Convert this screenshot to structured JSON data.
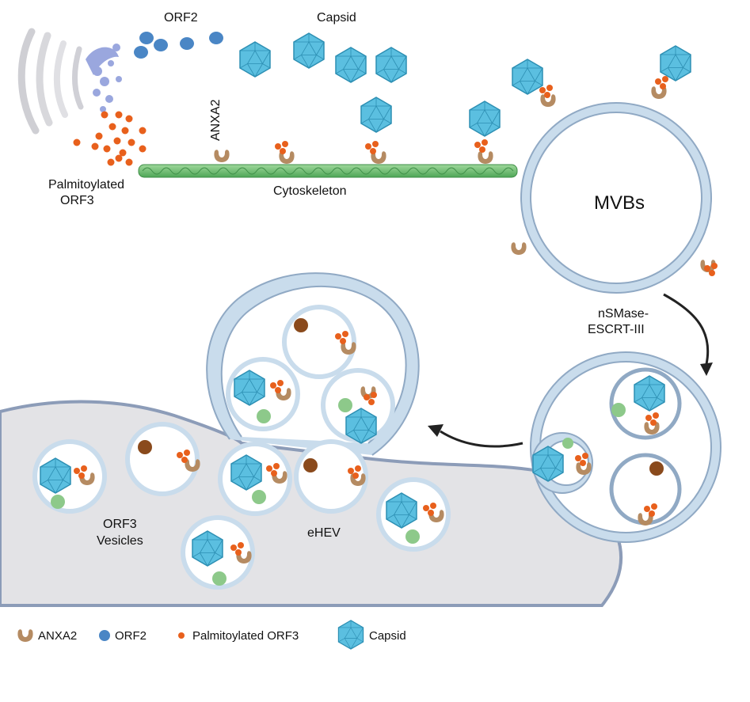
{
  "labels": {
    "orf2": "ORF2",
    "capsid": "Capsid",
    "anxa2": "ANXA2",
    "palmitoylated_l1": "Palmitoylated",
    "palmitoylated_l2": "ORF3",
    "cytoskeleton": "Cytoskeleton",
    "mvbs": "MVBs",
    "nsmase_l1": "nSMase-",
    "nsmase_l2": "ESCRT-III",
    "orf3_vesicles_l1": "ORF3",
    "orf3_vesicles_l2": "Vesicles",
    "ehev": "eHEV"
  },
  "legend": [
    {
      "icon": "anxa2-icon",
      "label": "ANXA2"
    },
    {
      "icon": "orf2-icon",
      "label": "ORF2"
    },
    {
      "icon": "orf3-icon",
      "label": "Palmitoylated ORF3"
    },
    {
      "icon": "capsid-icon",
      "label": "Capsid"
    }
  ],
  "colors": {
    "capsid": "#5bbfe0",
    "capsid_stroke": "#2d8fb3",
    "orf2": "#4a86c5",
    "orf3": "#e8601c",
    "anxa2": "#b58b62",
    "membrane": "#c9dcec",
    "membrane_stroke": "#90a9c4",
    "cytoplasm": "#e3e3e6",
    "cytoskeleton": "#6fbd6f",
    "golgi": "#e2e2e6",
    "er": "#9aa7de",
    "green_dot": "#8dc98a",
    "brown_dot": "#8a4a1c"
  }
}
